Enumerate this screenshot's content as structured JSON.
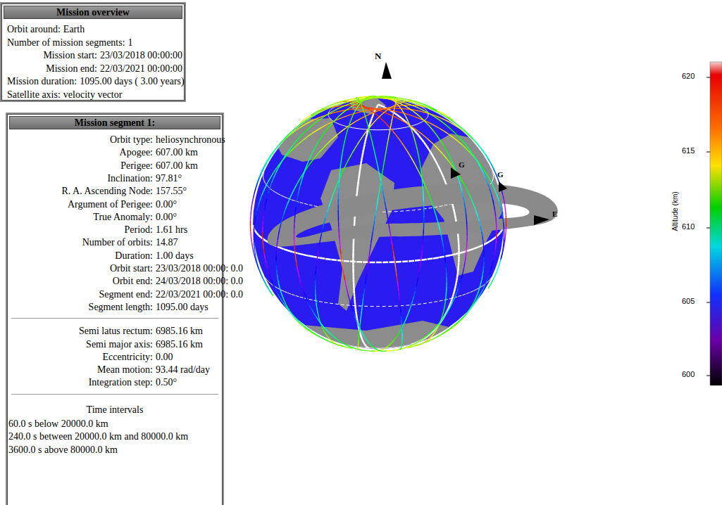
{
  "diagram": {
    "nodes": [
      {
        "text": [
          "Mission overview",
          "Orbit around:",
          "Earth",
          "Number of mission segments:",
          "1",
          "Mission start:",
          "23/03/2018 00:00:00",
          "Mission end:",
          "22/03/2021 00:00:00",
          "Mission duration:",
          "1095.00 days ( 3.00 years)",
          "Satellite axis:",
          "velocity vector"
        ]
      },
      {
        "text": [
          "Mission segment 1:",
          "Orbit type:",
          "heliosynchronous",
          "Apogee:",
          "607.00 km",
          "Perigee:",
          "607.00 km",
          "Inclination:",
          "97.81°",
          "R. A. Ascending Node:",
          "157.55°",
          "Argument of Perigee:",
          "0.00°",
          "True Anomaly:",
          "0.00°",
          "Period:",
          "1.61 hrs",
          "Number of orbits:",
          "14.87",
          "Duration:",
          "1.00 days",
          "Orbit start:",
          "23/03/2018 00:00: 0.0",
          "Orbit end:",
          "24/03/2018 00:00: 0.0",
          "Segment end:",
          "22/03/2021 00:00: 0.0",
          "Segment length:",
          "1095.00 days",
          "Semi latus rectum:",
          "6985.16 km",
          "Semi major axis:",
          "6985.16 km",
          "Eccentricity:",
          "0.00",
          "Mean motion:",
          "93.44 rad/day",
          "Integration step:",
          "0.50°",
          "Time intervals",
          "60.0 s below 20000.0 km",
          "240.0 s between 20000.0 km and 80000.0 km",
          "3600.0 s above 80000.0 km"
        ]
      }
    ],
    "labels": [
      "N",
      "G",
      "G",
      "E",
      "620",
      "615",
      "610",
      "605",
      "600",
      "Altitude (km)"
    ]
  }
}
